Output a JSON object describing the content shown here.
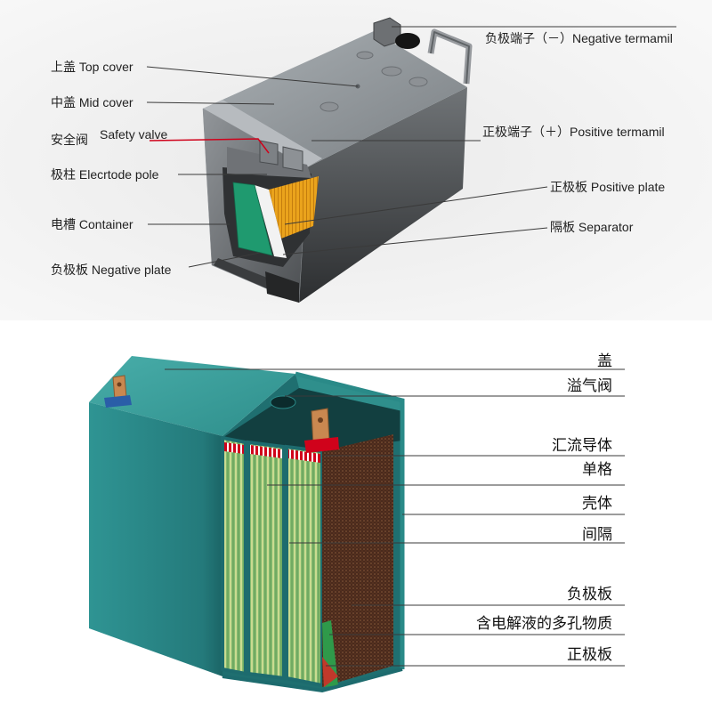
{
  "top_diagram": {
    "labels": {
      "top_cover": "上盖 Top cover",
      "mid_cover": "中盖 Mid cover",
      "safety_valve_zh": "安全阀",
      "safety_valve_en": "Safety valve",
      "electrode_pole": "极柱 Elecrtode pole",
      "container": "电槽 Container",
      "negative_plate": "负极板 Negative plate",
      "negative_terminal": "负极端子（－）Negative termamil",
      "positive_terminal": "正极端子（＋）Positive termamil",
      "positive_plate": "正极板 Positive plate",
      "separator": "隔板 Separator"
    }
  },
  "bottom_diagram": {
    "labels": [
      "盖",
      "溢气阀",
      "汇流导体",
      "单格",
      "壳体",
      "间隔",
      "负极板",
      "含电解液的多孔物质",
      "正极板"
    ]
  },
  "colors": {
    "safety_valve_line": "#d0021b",
    "teal_case": "#2a8a88",
    "gray_case": "#8c9094"
  }
}
